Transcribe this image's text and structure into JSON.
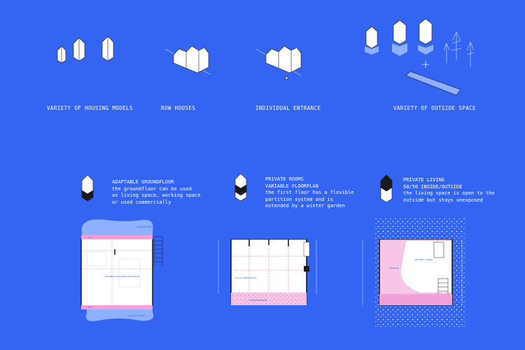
{
  "top_captions": {
    "housing_models": "VARIETY OF HOUSING MODELS",
    "row_houses": "ROW HOUSES",
    "individual_entrance": "INDIVIDUAL ENTRANCE",
    "outside_space": "VARIETY OF OUTSIDE SPACE"
  },
  "panels": [
    {
      "title": "ADAPTABLE GROUNDFLOOR",
      "lines": [
        "the groundfloor can be used",
        "as living space, working space",
        "or used commercially"
      ],
      "plan_labels": [
        "GARDEN HOUSE",
        "FLEXIBLE GROUNDFLOOR SPACE",
        "+ 3m2",
        "+ 3m2",
        "GARDEN HOUSE"
      ]
    },
    {
      "title": "PRIVATE ROOMS",
      "subtitle": "VARIABLE FLOORPLAN",
      "lines": [
        "the first floor has a flexible",
        "partition system and is",
        "extended by a winter garden"
      ],
      "plan_labels": [
        "UP TO 6 BEDROOMS",
        "WINTERGARDEN"
      ]
    },
    {
      "title": "PRIVATE LIVING",
      "subtitle": "50/50 INSIDE/OUTSIDE",
      "lines": [
        "the living space is open to the",
        "outside but stays unexposed"
      ],
      "plan_labels": [
        "KITCHEN / LIVING",
        "TERRACE"
      ]
    }
  ],
  "colors": {
    "background": "#3464f2",
    "plan_fill": "#ffffff",
    "accent_pink": "#f4a0d8",
    "light_blue": "#8fb0ff"
  }
}
